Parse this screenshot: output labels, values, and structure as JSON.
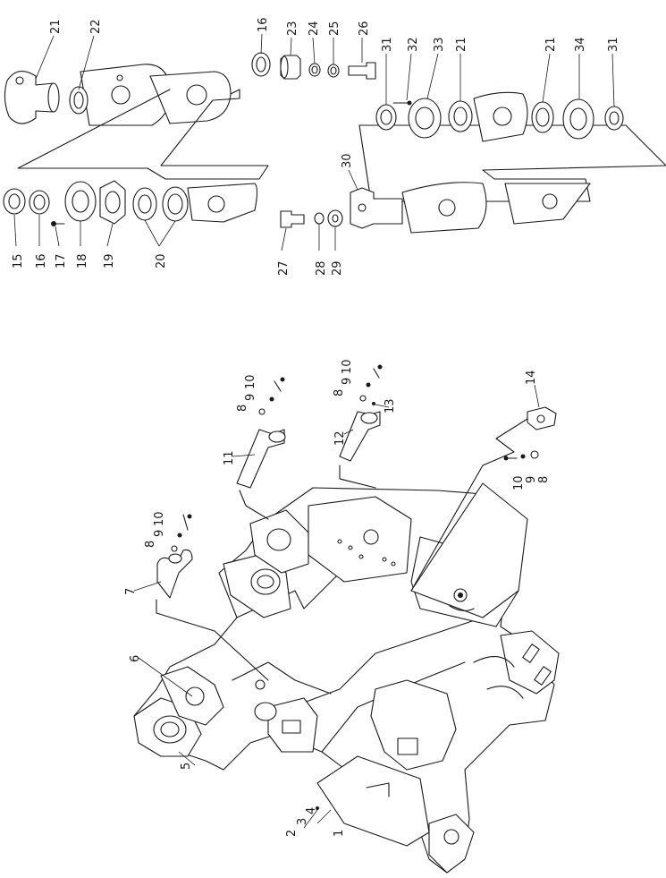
{
  "callouts": {
    "c1": "1",
    "c2": "2",
    "c3": "3",
    "c4": "4",
    "c5": "5",
    "c6": "6",
    "c7": "7",
    "c8a": "8",
    "c9a": "9",
    "c10a": "10",
    "c8b": "8",
    "c9b": "9",
    "c10b": "10",
    "c8c": "8",
    "c9c": "9",
    "c10c": "10",
    "c8d": "8",
    "c9d": "9",
    "c10d": "10",
    "c11": "11",
    "c12": "12",
    "c13": "13",
    "c14": "14",
    "c15": "15",
    "c16a": "16",
    "c16b": "16",
    "c17": "17",
    "c18": "18",
    "c19": "19",
    "c20": "20",
    "c21a": "21",
    "c21b": "21",
    "c21c": "21",
    "c22": "22",
    "c23": "23",
    "c24": "24",
    "c25": "25",
    "c26": "26",
    "c27": "27",
    "c28": "28",
    "c29": "29",
    "c30": "30",
    "c31a": "31",
    "c31b": "31",
    "c32": "32",
    "c33": "33",
    "c34": "34"
  },
  "colors": {
    "line": "#1a1a1a",
    "paper": "#ffffff"
  }
}
